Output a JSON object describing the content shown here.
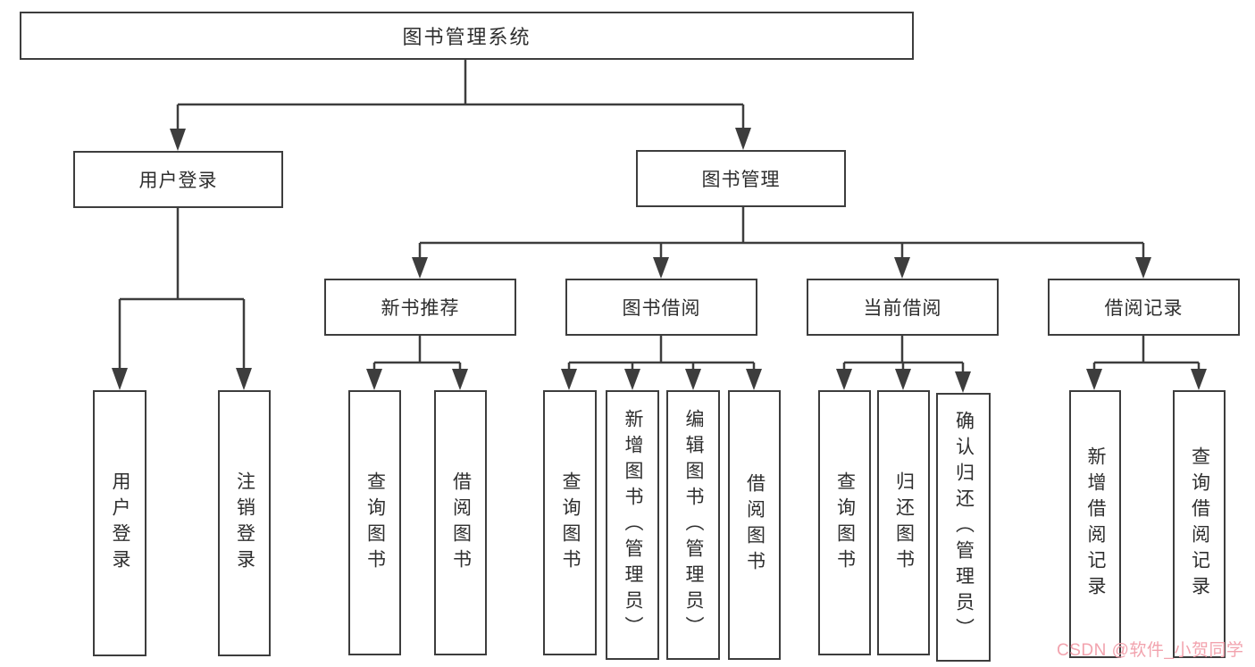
{
  "diagram": {
    "title": "图书管理系统",
    "root": {
      "label": "图书管理系统"
    },
    "branches": [
      {
        "label": "用户登录",
        "children": [
          {
            "label": "用户登录"
          },
          {
            "label": "注销登录"
          }
        ]
      },
      {
        "label": "图书管理",
        "children": [
          {
            "label": "新书推荐",
            "children": [
              {
                "label": "查询图书"
              },
              {
                "label": "借阅图书"
              }
            ]
          },
          {
            "label": "图书借阅",
            "children": [
              {
                "label": "查询图书"
              },
              {
                "label": "新增图书（管理员）"
              },
              {
                "label": "编辑图书（管理员）"
              },
              {
                "label": "借阅图书"
              }
            ]
          },
          {
            "label": "当前借阅",
            "children": [
              {
                "label": "查询图书"
              },
              {
                "label": "归还图书"
              },
              {
                "label": "确认归还（管理员）"
              }
            ]
          },
          {
            "label": "借阅记录",
            "children": [
              {
                "label": "新增借阅记录"
              },
              {
                "label": "查询借阅记录"
              }
            ]
          }
        ]
      }
    ]
  },
  "watermark": {
    "text": "CSDN @软件_小贺同学",
    "color": "#F2A3AE"
  },
  "colors": {
    "line": "#3d3d3d",
    "box_border": "#3d3d3d",
    "text": "#2e2e2e",
    "background": "#ffffff"
  }
}
